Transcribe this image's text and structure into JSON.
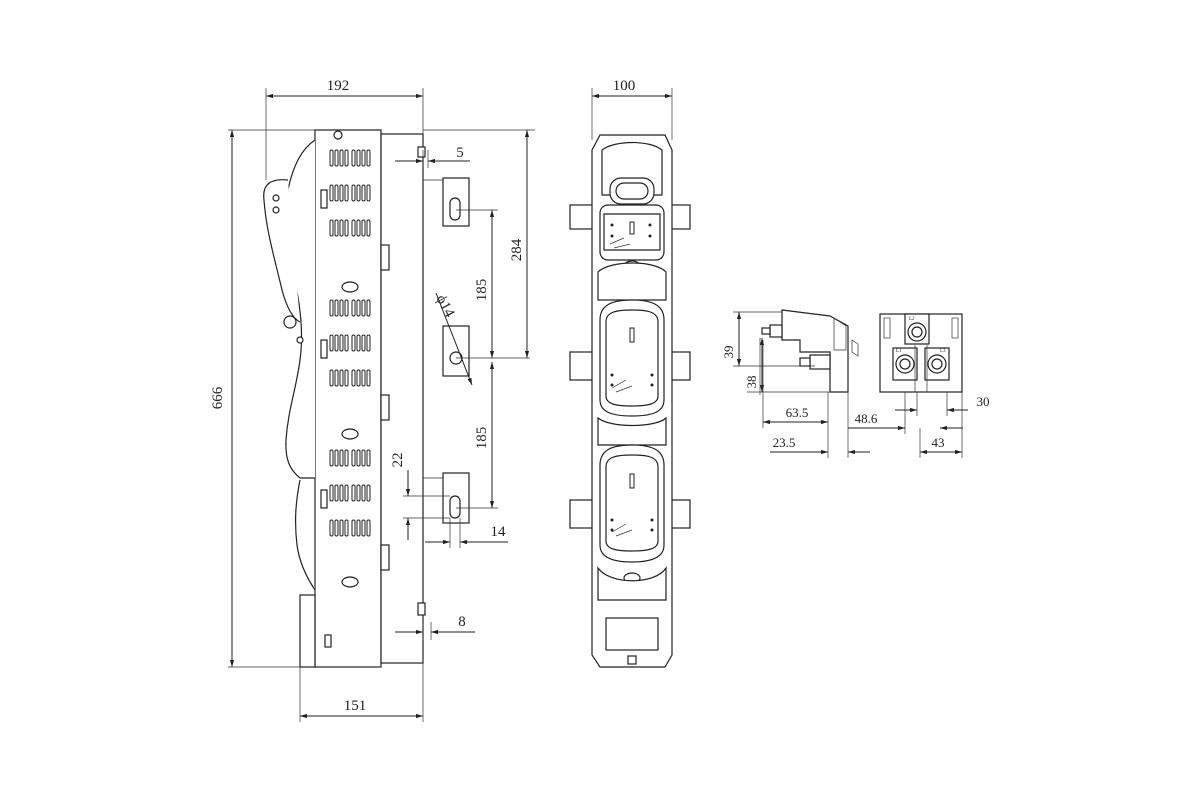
{
  "dimensions": {
    "side_view": {
      "total_height": "666",
      "top_width": "192",
      "bottom_width": "151",
      "top_offset": "5",
      "bottom_offset": "8",
      "busbar_pitch_upper": "185",
      "busbar_pitch_lower": "185",
      "busbar_span": "284",
      "hole_diameter": "ϕ14",
      "slot_length": "22",
      "slot_width": "14"
    },
    "front_view": {
      "width": "100"
    },
    "terminal_side": {
      "d39": "39",
      "d38": "38",
      "d63_5": "63.5",
      "d23_5": "23.5",
      "d48_6": "48.6"
    },
    "terminal_front": {
      "d30": "30",
      "d43": "43"
    }
  },
  "labels": {
    "phase_l1": "L1",
    "phase_l2": "L2",
    "phase_l3": "L3"
  }
}
